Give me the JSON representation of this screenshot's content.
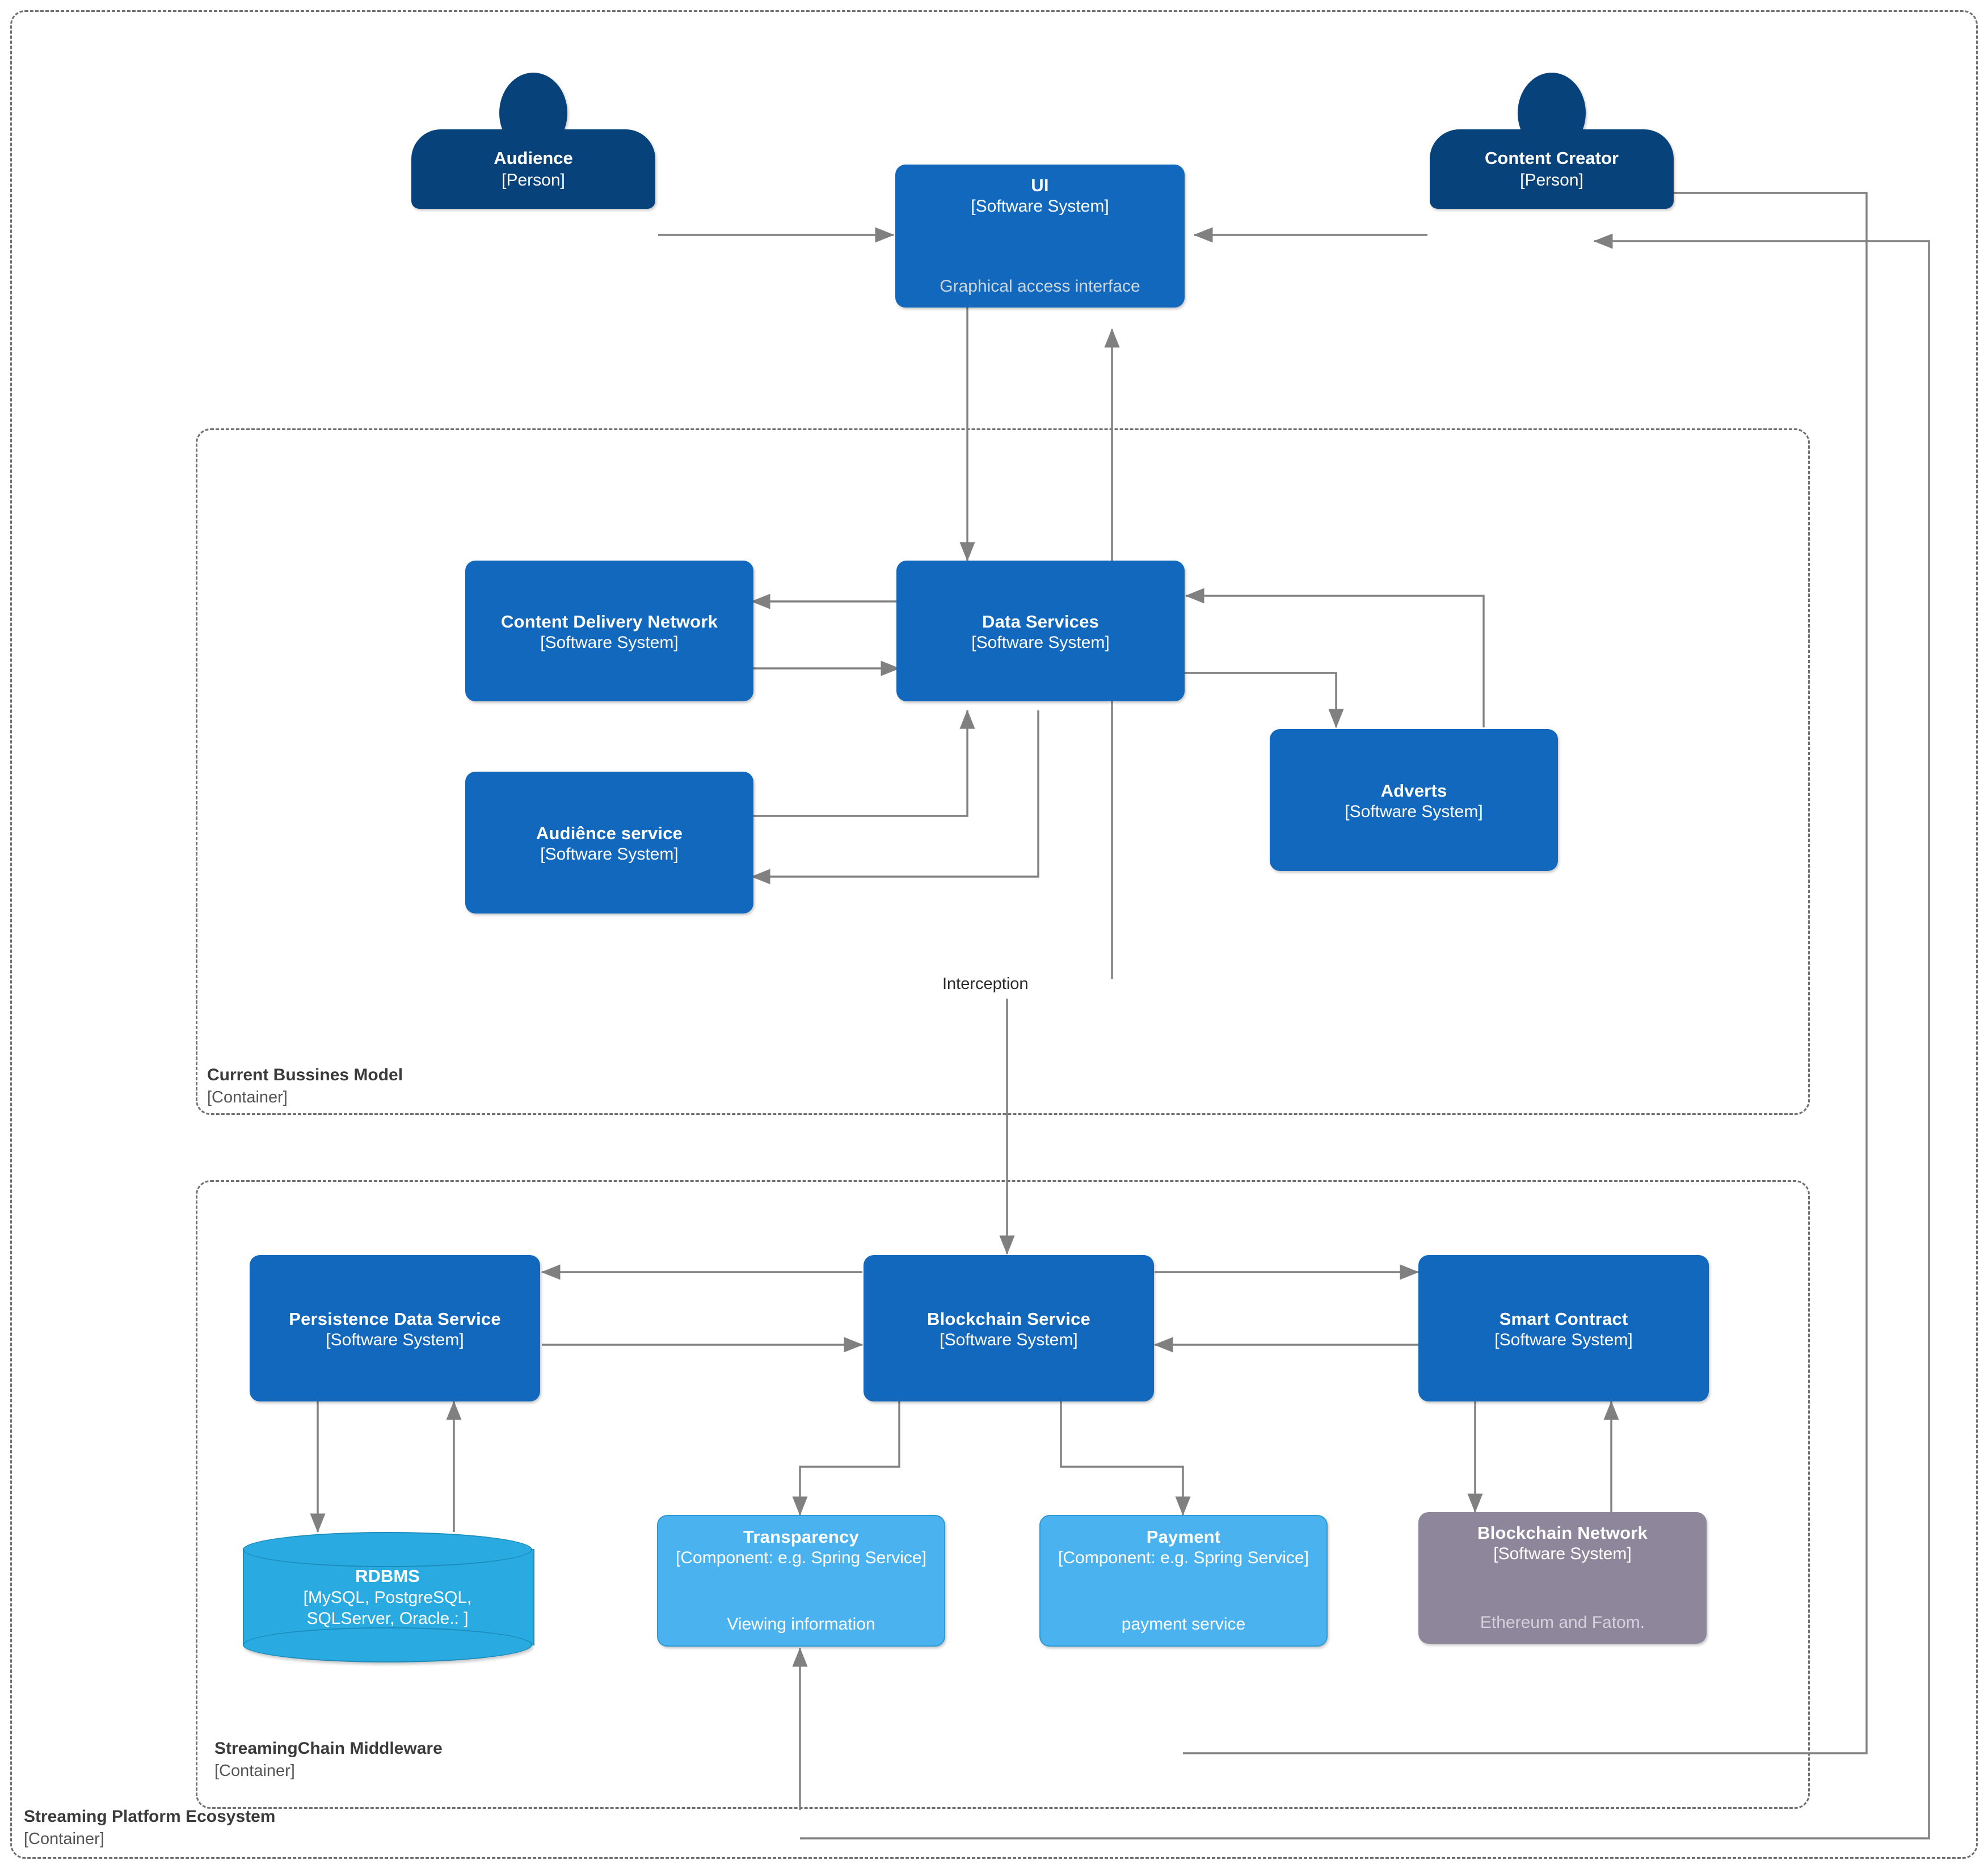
{
  "diagram": {
    "type": "C4 software architecture diagram",
    "colors": {
      "person": "#08427b",
      "software_system": "#1168bd",
      "component": "#4ab3ef",
      "external_system": "#8e879b",
      "database": "#29ABE2",
      "edge": "#808080",
      "boundary": "#707070"
    }
  },
  "boundaries": [
    {
      "id": "ecosystem",
      "title": "Streaming Platform Ecosystem",
      "subtitle": "[Container]"
    },
    {
      "id": "current",
      "title": "Current Bussines Model",
      "subtitle": "[Container]"
    },
    {
      "id": "middleware",
      "title": "StreamingChain Middleware",
      "subtitle": "[Container]"
    }
  ],
  "people": [
    {
      "id": "audience",
      "title": "Audience",
      "subtitle": "[Person]"
    },
    {
      "id": "content-creator",
      "title": "Content Creator",
      "subtitle": "[Person]"
    }
  ],
  "nodes": [
    {
      "id": "ui",
      "title": "UI",
      "tech": "[Software System]",
      "desc": "Graphical access interface"
    },
    {
      "id": "cdn",
      "title": "Content Delivery Network",
      "tech": "[Software System]",
      "desc": ""
    },
    {
      "id": "data-services",
      "title": "Data Services",
      "tech": "[Software System]",
      "desc": ""
    },
    {
      "id": "audience-service",
      "title": "Audiênce service",
      "tech": "[Software System]",
      "desc": ""
    },
    {
      "id": "adverts",
      "title": "Adverts",
      "tech": "[Software System]",
      "desc": ""
    },
    {
      "id": "persistence-data-service",
      "title": "Persistence Data Service",
      "tech": "[Software System]",
      "desc": ""
    },
    {
      "id": "blockchain-service",
      "title": "Blockchain Service",
      "tech": "[Software System]",
      "desc": ""
    },
    {
      "id": "smart-contract",
      "title": "Smart Contract",
      "tech": "[Software System]",
      "desc": ""
    },
    {
      "id": "transparency",
      "title": "Transparency",
      "tech": "[Component: e.g. Spring Service]",
      "desc": "Viewing information"
    },
    {
      "id": "payment",
      "title": "Payment",
      "tech": "[Component: e.g. Spring Service]",
      "desc": "payment service"
    },
    {
      "id": "blockchain-network",
      "title": "Blockchain Network",
      "tech": "[Software System]",
      "desc": "Ethereum and Fatom."
    }
  ],
  "database": {
    "id": "rdbms",
    "title": "RDBMS",
    "tech_line1": "[MySQL, PostgreSQL,",
    "tech_line2": "SQLServer, Oracle.: ]"
  },
  "edge_labels": [
    {
      "id": "interception",
      "text": "Interception"
    }
  ]
}
